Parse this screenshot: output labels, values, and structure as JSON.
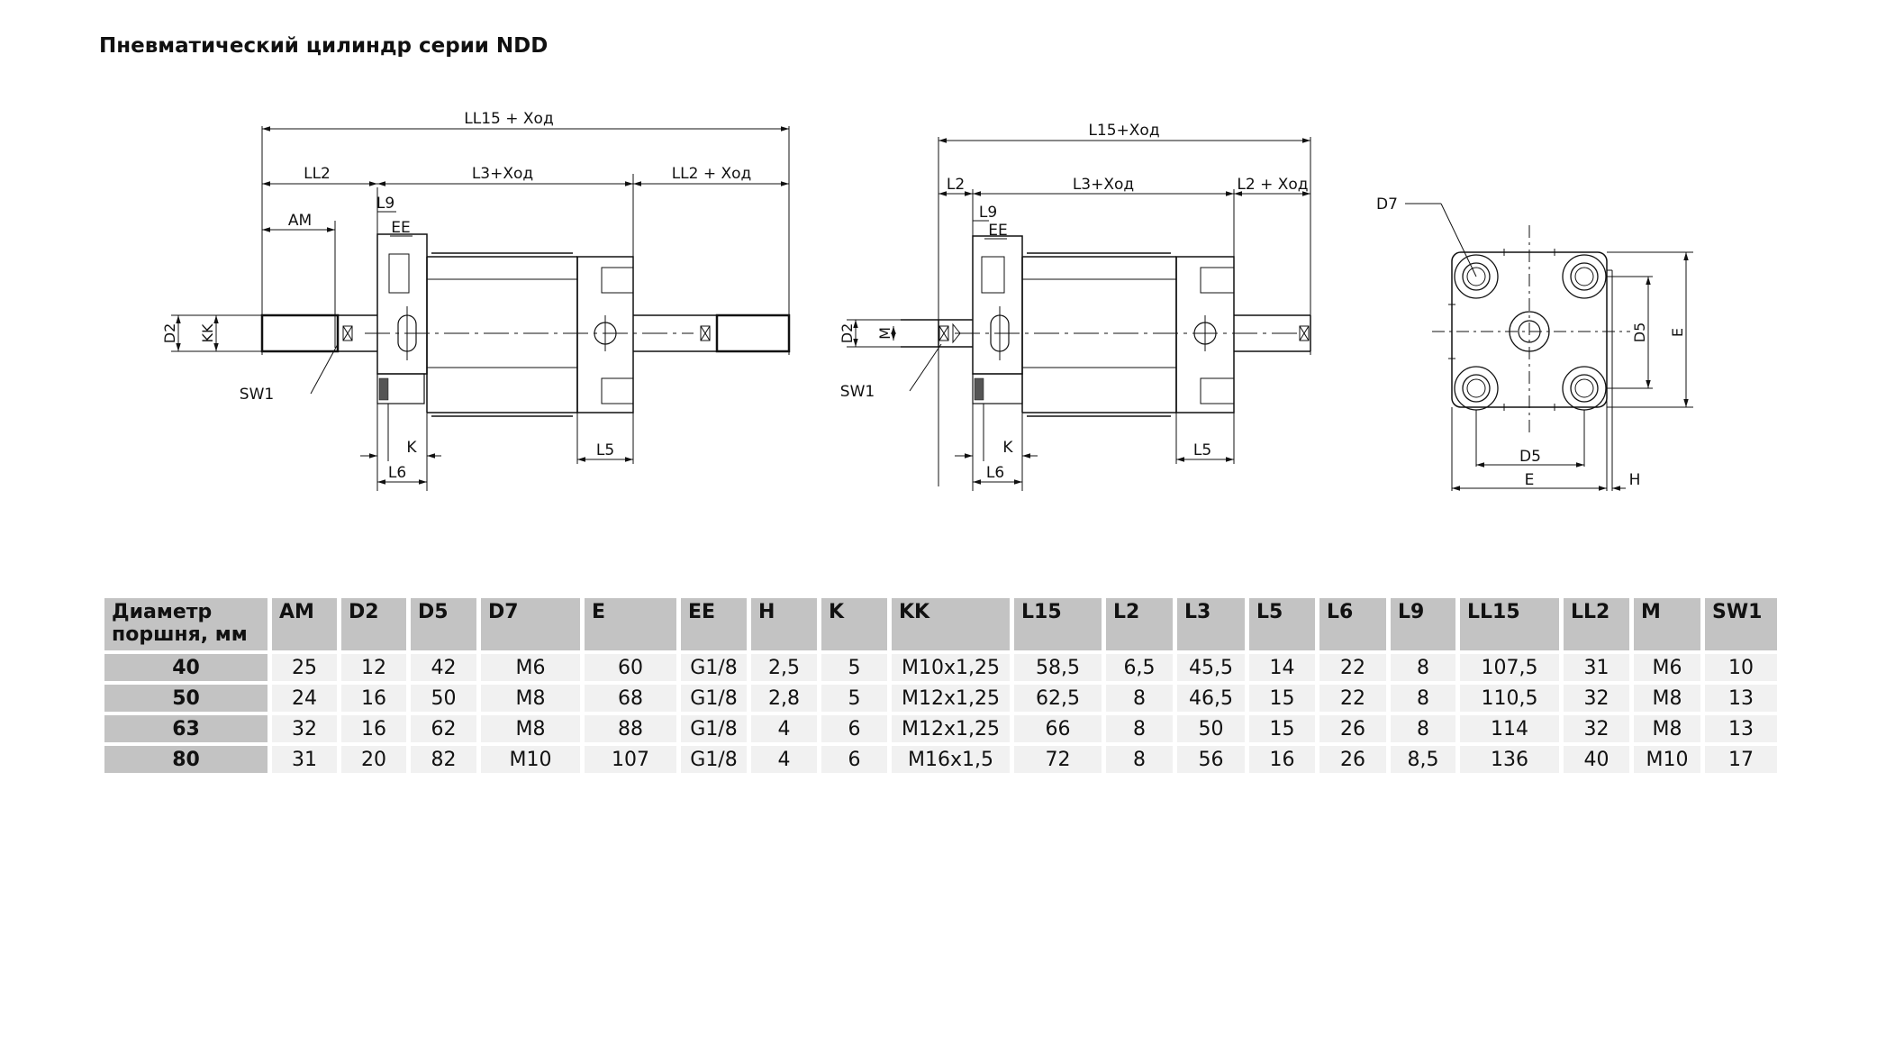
{
  "title": "Пневматический цилиндр серии NDD",
  "drawing1": {
    "ll15": "LL15 + Ход",
    "ll2": "LL2",
    "l3": "L3+Ход",
    "ll2_stroke": "LL2 + Ход",
    "am": "AM",
    "l9": "L9",
    "ee": "EE",
    "d2": "D2",
    "kk": "KK",
    "sw1": "SW1",
    "k": "K",
    "l6": "L6",
    "l5": "L5"
  },
  "drawing2": {
    "l15": "L15+Ход",
    "l2": "L2",
    "l3": "L3+Ход",
    "l2_stroke": "L2 + Ход",
    "l9": "L9",
    "ee": "EE",
    "d2": "D2",
    "m": "M",
    "sw1": "SW1",
    "k": "K",
    "l6": "L6",
    "l5": "L5"
  },
  "drawing3": {
    "d7": "D7",
    "d5_vertical": "D5",
    "e_vertical": "E",
    "d5_horizontal": "D5",
    "e_horizontal": "E",
    "h": "H"
  },
  "table": {
    "headers": [
      "Диаметр поршня, мм",
      "AM",
      "D2",
      "D5",
      "D7",
      "E",
      "EE",
      "H",
      "K",
      "KK",
      "L15",
      "L2",
      "L3",
      "L5",
      "L6",
      "L9",
      "LL15",
      "LL2",
      "M",
      "SW1"
    ],
    "rows": [
      [
        "40",
        "25",
        "12",
        "42",
        "M6",
        "60",
        "G1/8",
        "2,5",
        "5",
        "M10x1,25",
        "58,5",
        "6,5",
        "45,5",
        "14",
        "22",
        "8",
        "107,5",
        "31",
        "M6",
        "10"
      ],
      [
        "50",
        "24",
        "16",
        "50",
        "M8",
        "68",
        "G1/8",
        "2,8",
        "5",
        "M12x1,25",
        "62,5",
        "8",
        "46,5",
        "15",
        "22",
        "8",
        "110,5",
        "32",
        "M8",
        "13"
      ],
      [
        "63",
        "32",
        "16",
        "62",
        "M8",
        "88",
        "G1/8",
        "4",
        "6",
        "M12x1,25",
        "66",
        "8",
        "50",
        "15",
        "26",
        "8",
        "114",
        "32",
        "M8",
        "13"
      ],
      [
        "80",
        "31",
        "20",
        "82",
        "M10",
        "107",
        "G1/8",
        "4",
        "6",
        "M16x1,5",
        "72",
        "8",
        "56",
        "16",
        "26",
        "8,5",
        "136",
        "40",
        "M10",
        "17"
      ]
    ]
  }
}
